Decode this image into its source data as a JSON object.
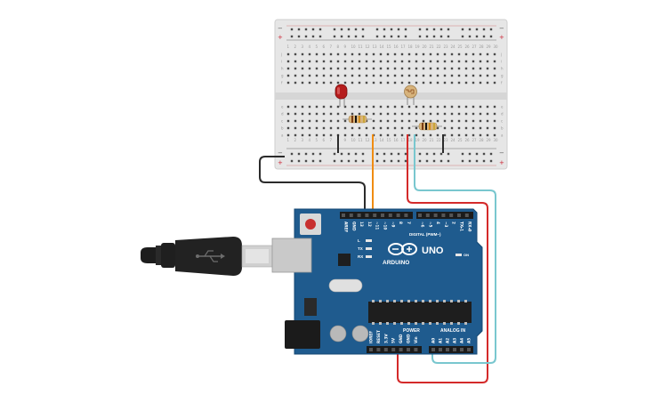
{
  "breadboard": {
    "columns": [
      "1",
      "2",
      "3",
      "4",
      "5",
      "6",
      "7",
      "8",
      "9",
      "10",
      "11",
      "12",
      "13",
      "14",
      "15",
      "16",
      "17",
      "18",
      "19",
      "20",
      "21",
      "22",
      "23",
      "24",
      "25",
      "26",
      "27",
      "28",
      "29",
      "30"
    ],
    "rows_top": [
      "j",
      "i",
      "h",
      "g",
      "f"
    ],
    "rows_bottom": [
      "e",
      "d",
      "c",
      "b",
      "a"
    ],
    "rail_plus": "+",
    "rail_minus": "−"
  },
  "arduino": {
    "brand": "ARDUINO",
    "model": "UNO",
    "digital_label": "DIGITAL (PWM~)",
    "power_label": "POWER",
    "analog_label": "ANALOG IN",
    "on_label": "ON",
    "led_labels": [
      "L",
      "TX",
      "RX"
    ],
    "digital_pins": [
      "AREF",
      "GND",
      "13",
      "12",
      "~11",
      "~10",
      "~9",
      "8",
      "7",
      "~6",
      "~5",
      "4",
      "~3",
      "2",
      "TX▸1",
      "RX◂0"
    ],
    "power_pins": [
      "IOREF",
      "RESET",
      "3.3V",
      "5V",
      "GND",
      "GND",
      "Vin"
    ],
    "analog_pins": [
      "A0",
      "A1",
      "A2",
      "A3",
      "A4",
      "A5"
    ]
  },
  "components": {
    "led": "red-led",
    "photoresistor": "photoresistor",
    "resistor_count": 2,
    "usb_cable": "usb-b-cable"
  },
  "colors": {
    "board_blue": "#1f5b8e",
    "wire_black": "#2b2b2b",
    "wire_orange": "#f08c12",
    "wire_red": "#d42a2a",
    "wire_teal": "#79c7cf",
    "led_red": "#b51c1c"
  }
}
